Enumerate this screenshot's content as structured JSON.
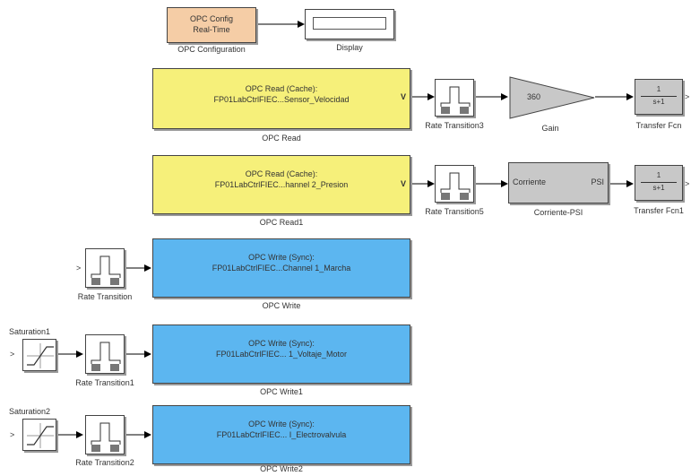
{
  "blocks": {
    "opc_config": {
      "line1": "OPC Config",
      "line2": "Real-Time",
      "label": "OPC Configuration"
    },
    "display": {
      "label": "Display"
    },
    "opc_read": {
      "line1": "OPC Read (Cache):",
      "line2": "FP01LabCtrlFIEC...Sensor_Velocidad",
      "port": "V",
      "label": "OPC Read"
    },
    "opc_read1": {
      "line1": "OPC Read (Cache):",
      "line2": "FP01LabCtrlFIEC...hannel 2_Presion",
      "port": "V",
      "label": "OPC Read1"
    },
    "rate_transition3": {
      "label": "Rate Transition3"
    },
    "rate_transition5": {
      "label": "Rate Transition5"
    },
    "gain": {
      "value": "360",
      "label": "Gain"
    },
    "corriente_psi": {
      "in_port": "Corriente",
      "out_port": "PSI",
      "label": "Corriente-PSI"
    },
    "transfer_fcn": {
      "num": "1",
      "den": "s+1",
      "label": "Transfer Fcn"
    },
    "transfer_fcn1": {
      "num": "1",
      "den": "s+1",
      "label": "Transfer Fcn1"
    },
    "rate_transition": {
      "label": "Rate Transition"
    },
    "rate_transition1": {
      "label": "Rate Transition1"
    },
    "rate_transition2": {
      "label": "Rate Transition2"
    },
    "saturation1": {
      "label": "Saturation1"
    },
    "saturation2": {
      "label": "Saturation2"
    },
    "opc_write": {
      "line1": "OPC Write (Sync):",
      "line2": "FP01LabCtrlFIEC...Channel 1_Marcha",
      "label": "OPC Write"
    },
    "opc_write1": {
      "line1": "OPC Write (Sync):",
      "line2": "FP01LabCtrlFIEC... 1_Voltaje_Motor",
      "label": "OPC Write1"
    },
    "opc_write2": {
      "line1": "OPC Write (Sync):",
      "line2": "FP01LabCtrlFIEC... I_Electrovalvula",
      "label": "OPC Write2"
    }
  },
  "colors": {
    "opc_read": "#f6f07a",
    "opc_write": "#5cb6f0",
    "opc_config": "#f5cda6",
    "gain_corriente": "#c8c8c8"
  }
}
